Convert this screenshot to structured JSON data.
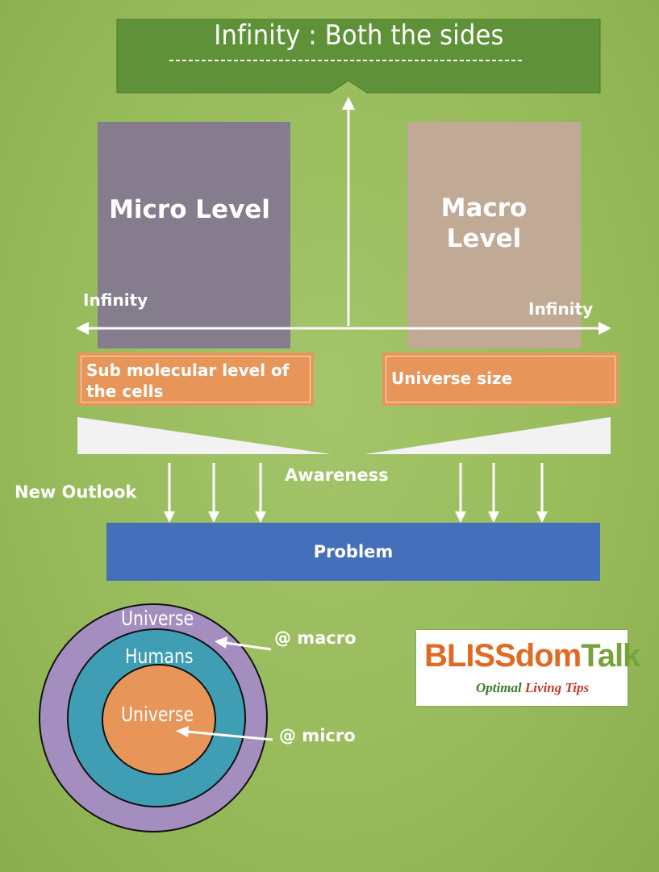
{
  "title": "Infinity : Both the sides",
  "micro": {
    "label": "Micro Level",
    "infinity": "Infinity",
    "scale": "Sub molecular level of the cells"
  },
  "macro": {
    "label": "Macro Level",
    "infinity": "Infinity",
    "scale": "Universe size"
  },
  "awareness": "Awareness",
  "new_outlook": "New Outlook",
  "problem": "Problem",
  "circles": {
    "outer": "Universe",
    "middle": "Humans",
    "inner": "Universe",
    "macro_pointer": "@ macro",
    "micro_pointer": "@ micro"
  },
  "logo": {
    "brand_part1": "BLISSdom",
    "brand_part2": "Talk",
    "tagline_part1": "Optimal",
    "tagline_part2": "Living Tips"
  },
  "colors": {
    "background": "#98bb5c",
    "title_banner": "#5e9138",
    "micro_box": "#857d8d",
    "macro_box": "#c0a995",
    "scale_box": "#e8955a",
    "problem_box": "#4470bb",
    "circle_outer": "#a48ec0",
    "circle_middle": "#3f9eb4",
    "circle_inner": "#e8955a"
  }
}
